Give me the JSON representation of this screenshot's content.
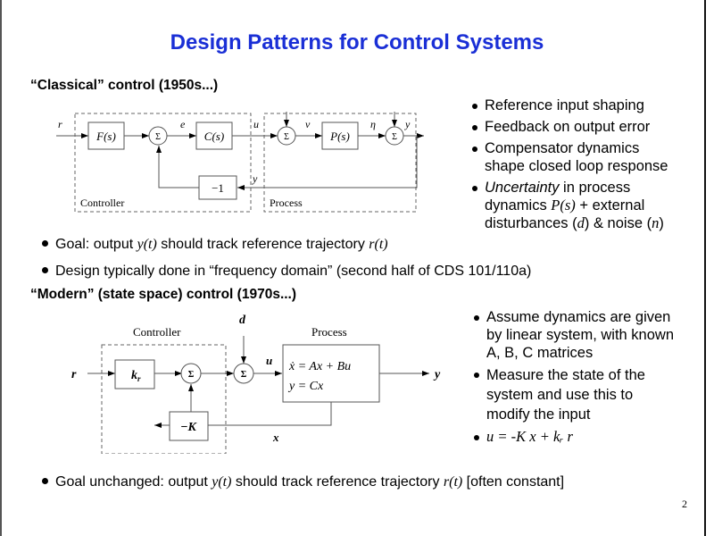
{
  "title": "Design Patterns for Control Systems",
  "classical": {
    "heading": "“Classical” control (1950s...)",
    "diagram": {
      "signals": {
        "r": "r",
        "e": "e",
        "u": "u",
        "v": "v",
        "eta": "η",
        "y_out": "y",
        "y_fb": "y"
      },
      "blocks": {
        "F": "F(s)",
        "C": "C(s)",
        "P": "P(s)",
        "neg": "−1"
      },
      "sum_symbol": "Σ",
      "controller_label": "Controller",
      "process_label": "Process"
    },
    "right_bullets": [
      {
        "lines": [
          "Reference input shaping"
        ]
      },
      {
        "lines": [
          "Feedback on output error"
        ]
      },
      {
        "lines": [
          "Compensator dynamics",
          "shape closed loop response"
        ]
      }
    ],
    "uncertainty": {
      "italic": "Uncertainty",
      "rest1": " in process",
      "line2_pre": "dynamics ",
      "line2_math": "P(s)",
      "line2_post": " + external",
      "line3_pre": "disturbances (",
      "line3_d": "d",
      "line3_mid": ") & noise (",
      "line3_n": "n",
      "line3_post": ")"
    },
    "goal": {
      "pre": "Goal: output ",
      "y": "y(t)",
      "mid": " should track reference trajectory ",
      "r": "r(t)"
    },
    "design": "Design typically done in “frequency domain” (second half of CDS 101/110a)"
  },
  "modern": {
    "heading": "“Modern” (state space) control (1970s...)",
    "diagram": {
      "signals": {
        "r": "r",
        "d": "d",
        "u": "u",
        "y": "y",
        "x": "x"
      },
      "blocks": {
        "kr": "k",
        "kr_sub": "r",
        "negK": "−K",
        "eq1": "ẋ = Ax + Bu",
        "eq2": "y = Cx"
      },
      "sum_symbol": "Σ",
      "controller_label": "Controller",
      "process_label": "Process"
    },
    "right_bullets": [
      {
        "lines": [
          "Assume dynamics are given",
          "by linear system, with known",
          "A, B, C matrices"
        ]
      },
      {
        "lines": [
          "Measure the state of the",
          "system and use this to",
          "modify the input"
        ]
      }
    ],
    "law": "u = -K x + kᵣ r",
    "goal": {
      "pre": "Goal unchanged: output ",
      "y": "y(t)",
      "mid": " should track reference trajectory ",
      "r": "r(t)",
      "post": " [often constant]"
    }
  },
  "page_number": "2"
}
